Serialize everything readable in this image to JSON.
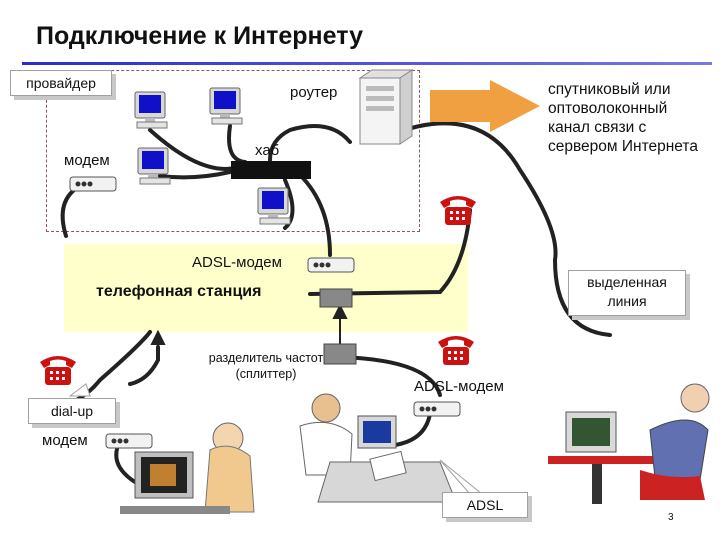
{
  "title": "Подключение к Интернету",
  "labels": {
    "provider": "провайдер",
    "router": "роутер",
    "hub": "хаб",
    "modem": "модем",
    "satellite": "спутниковый или оптоволоконный канал связи с сервером Интернета",
    "adsl_modem_top": "ADSL-модем",
    "phone_station": "телефонная станция",
    "leased_line": "выделенная линия",
    "splitter": "разделитель частот (сплиттер)",
    "adsl_modem_bottom": "ADSL-модем",
    "dialup": "dial-up",
    "dialup_modem": "модем",
    "adsl": "ADSL"
  },
  "page_number": "3",
  "colors": {
    "title_rule": "#2b2bd0",
    "station_fill": "#ffffcc",
    "phone": "#cc1111",
    "arrow": "#f0a040",
    "cable": "#222222",
    "provider_border": "#8b5a5a"
  }
}
